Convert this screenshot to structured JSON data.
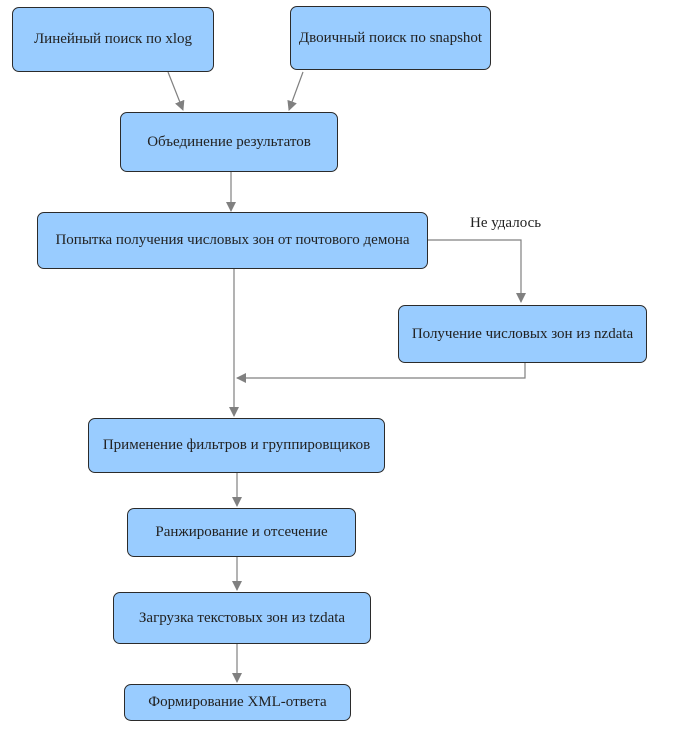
{
  "diagram": {
    "colors": {
      "node_fill": "#99ccff",
      "node_border": "#2b2b2b",
      "edge": "#808080"
    },
    "nodes": {
      "linear_search": "Линейный поиск по xlog",
      "binary_search": "Двоичный поиск по snapshot",
      "merge_results": "Объединение результатов",
      "fetch_from_daemon": "Попытка получения числовых зон от почтового демона",
      "fetch_from_nzdata": "Получение числовых зон из nzdata",
      "apply_filters": "Применение фильтров и группировщиков",
      "ranking": "Ранжирование и отсечение",
      "load_text_zones": "Загрузка текстовых зон из tzdata",
      "build_xml": "Формирование XML-ответа"
    },
    "edge_labels": {
      "failed": "Не удалось"
    }
  }
}
